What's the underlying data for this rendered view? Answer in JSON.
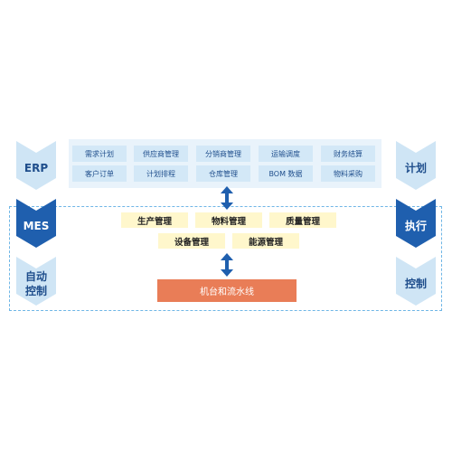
{
  "left": {
    "erp": "ERP",
    "mes": "MES",
    "auto_control": [
      "自动",
      "控制"
    ]
  },
  "right": {
    "plan": "计划",
    "execute": "执行",
    "control": "控制"
  },
  "erp_items": [
    [
      "需求计划",
      "供应商管理",
      "分销商管理",
      "运输调度",
      "财务结算"
    ],
    [
      "客户订单",
      "计划排程",
      "仓库管理",
      "BOM 数据",
      "物料采购"
    ]
  ],
  "mes_items": {
    "row1": [
      "生产管理",
      "物料管理",
      "质量管理"
    ],
    "row2": [
      "设备管理",
      "能源管理"
    ]
  },
  "machine": "机台和流水线",
  "colors": {
    "banner_light": "#cfe5f5",
    "banner_dark": "#1f5fae",
    "erp_cell": "#d3e8f7",
    "mes_cell": "#fff7cc",
    "machine": "#e97d57",
    "arrow": "#1f5fae"
  }
}
